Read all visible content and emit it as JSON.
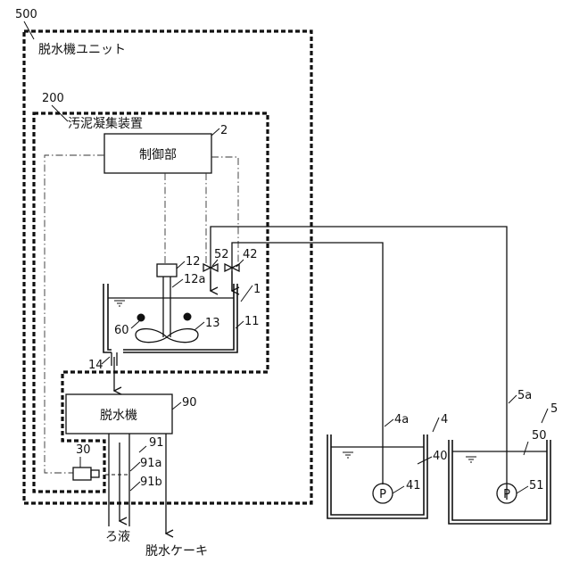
{
  "labels": {
    "unit_ref": "500",
    "unit_name": "脱水機ユニット",
    "apparatus_ref": "200",
    "apparatus_name": "汚泥凝集装置",
    "controller_ref": "2",
    "controller_name": "制御部",
    "motor_ref": "12",
    "shaft_ref": "12a",
    "valve_52": "52",
    "valve_42": "42",
    "tank_ref": "1",
    "tank_wall_ref": "11",
    "impeller_ref": "13",
    "sensor_ref": "60",
    "outlet_ref": "14",
    "dehydrator_ref": "90",
    "dehydrator_name": "脱水機",
    "drain_ref": "91",
    "drain_a_ref": "91a",
    "drain_b_ref": "91b",
    "camera_ref": "30",
    "filtrate": "ろ液",
    "cake": "脱水ケーキ",
    "tank4_ref": "4",
    "pipe4_ref": "4a",
    "liquid40_ref": "40",
    "pump41_ref": "41",
    "tank5_ref": "5",
    "pipe5_ref": "5a",
    "liquid50_ref": "50",
    "pump51_ref": "51",
    "pump_symbol": "P"
  }
}
